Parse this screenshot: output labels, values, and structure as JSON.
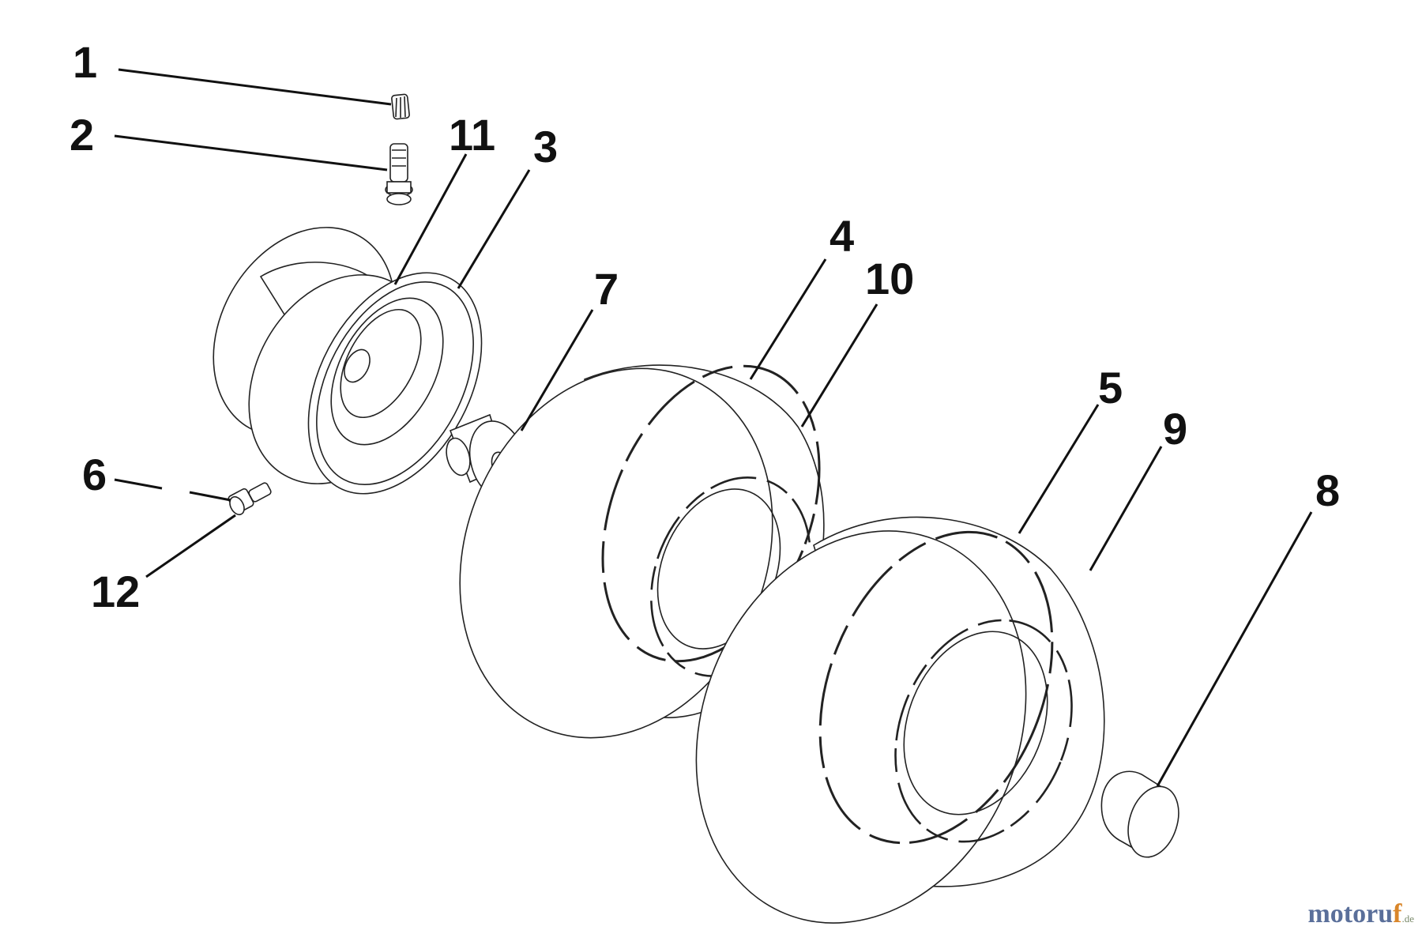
{
  "callouts": {
    "c1": "1",
    "c2": "2",
    "c3": "3",
    "c4": "4",
    "c5": "5",
    "c6": "6",
    "c7": "7",
    "c8": "8",
    "c9": "9",
    "c10": "10",
    "c11": "11",
    "c12": "12"
  },
  "watermark": {
    "main": "motoru",
    "accent": "f",
    "tld": ".de"
  },
  "colors": {
    "line": "#111111",
    "watermark_main": "#5a6f9a",
    "watermark_accent": "#d9862a"
  }
}
